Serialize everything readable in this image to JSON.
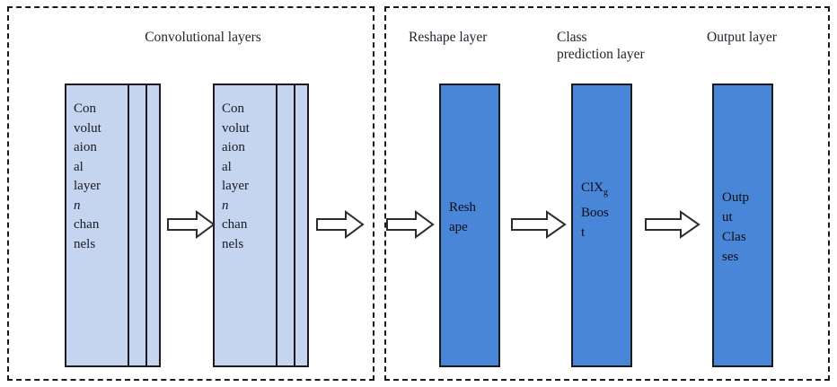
{
  "diagram": {
    "title_conv_group": "Convolutional layers",
    "groups": [
      {
        "name": "convolutional-layers",
        "label": "Convolutional layers"
      },
      {
        "name": "head-layers",
        "label": ""
      }
    ],
    "head_titles": {
      "reshape": "Reshape layer",
      "class_prediction": "Class\nprediction layer",
      "output": "Output layer"
    },
    "conv_blocks": [
      {
        "name": "convolutional-layer-block-1",
        "text_lines": "Con\nvolut\naion\nal\nlayer",
        "italic_token": "n",
        "text_lines_after": "chan\nnels",
        "plates": 3
      },
      {
        "name": "convolutional-layer-block-2",
        "text_lines": "Con\nvolut\naion\nal\nlayer",
        "italic_token": "n",
        "text_lines_after": "chan\nnels",
        "plates": 3
      }
    ],
    "blue_boxes": [
      {
        "name": "reshape-box",
        "text": "Resh\nape"
      },
      {
        "name": "clxgboost-box",
        "text_pre": "ClX",
        "subscript": "g",
        "text_post": "\nBoos\nt"
      },
      {
        "name": "output-classes-box",
        "text": "Outp\nut\nClas\nses"
      }
    ],
    "arrows": [
      {
        "name": "arrow-conv1-to-conv2",
        "direction": "right"
      },
      {
        "name": "arrow-conv2-to-boundary",
        "direction": "right"
      },
      {
        "name": "arrow-boundary-to-reshape",
        "direction": "right"
      },
      {
        "name": "arrow-reshape-to-clxgboost",
        "direction": "right"
      },
      {
        "name": "arrow-clxgboost-to-output",
        "direction": "right"
      }
    ],
    "colors": {
      "conv_plate_fill": "#c5d5ef",
      "blue_box_fill": "#4a86d8",
      "outline": "#1b1b1f",
      "panel_border": "#1a1a1a",
      "text": "#20242c"
    }
  }
}
